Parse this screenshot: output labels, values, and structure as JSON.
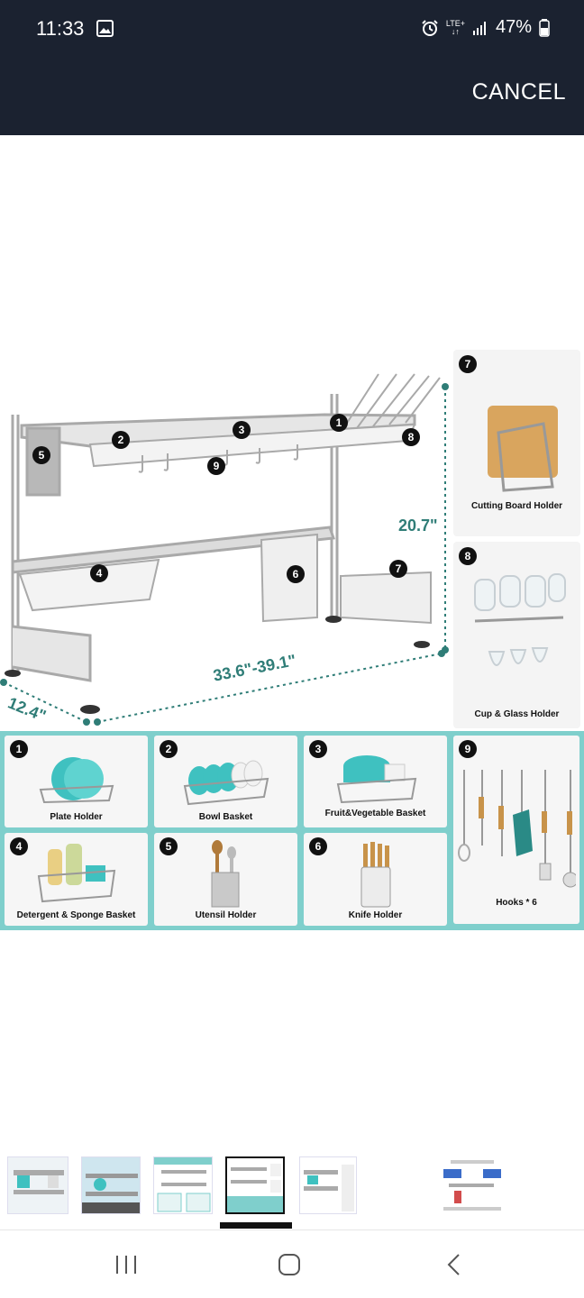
{
  "status_bar": {
    "time": "11:33",
    "network": "LTE+",
    "battery": "47%"
  },
  "header": {
    "cancel_label": "CANCEL"
  },
  "product": {
    "dimensions": {
      "depth": "12.4\"",
      "width": "33.6\"-39.1\"",
      "height": "20.7\""
    },
    "callouts": [
      "1",
      "2",
      "3",
      "4",
      "5",
      "6",
      "7",
      "8",
      "9"
    ],
    "side_cards": [
      {
        "num": "7",
        "label": "Cutting Board Holder"
      },
      {
        "num": "8",
        "label": "Cup & Glass Holder"
      }
    ]
  },
  "features": [
    {
      "num": "1",
      "label": "Plate Holder"
    },
    {
      "num": "2",
      "label": "Bowl Basket"
    },
    {
      "num": "3",
      "label": "Fruit&Vegetable Basket"
    },
    {
      "num": "4",
      "label": "Detergent & Sponge Basket"
    },
    {
      "num": "5",
      "label": "Utensil Holder"
    },
    {
      "num": "6",
      "label": "Knife Holder"
    },
    {
      "num": "9",
      "label": "Hooks * 6"
    }
  ],
  "colors": {
    "header_bg": "#1b2230",
    "accent_teal": "#7fcfcc",
    "dimension_text": "#2f7d77"
  }
}
